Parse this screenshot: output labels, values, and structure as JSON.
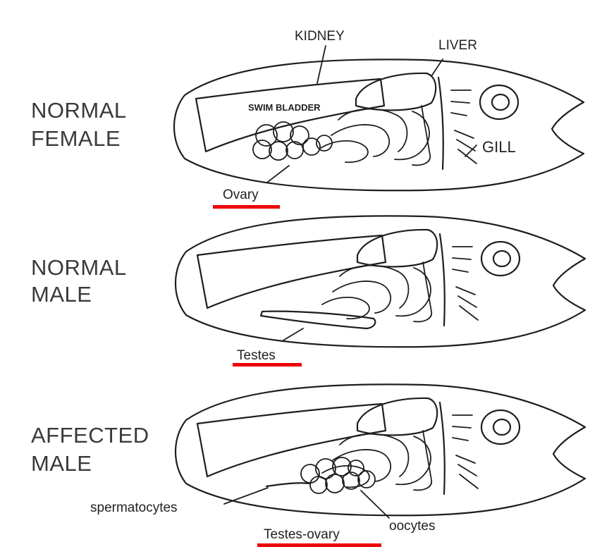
{
  "figure": {
    "female": {
      "title_line1": "NORMAL",
      "title_line2": "FEMALE",
      "kidney": "KIDNEY",
      "liver": "LIVER",
      "swim_bladder": "SWIM BLADDER",
      "gill": "GILL",
      "organ": "Ovary"
    },
    "male": {
      "title_line1": "NORMAL",
      "title_line2": "MALE",
      "organ": "Testes"
    },
    "affected": {
      "title_line1": "AFFECTED",
      "title_line2": "MALE",
      "spermatocytes": "spermatocytes",
      "oocytes": "oocytes",
      "organ": "Testes-ovary"
    }
  },
  "colors": {
    "underline": "#ee0000",
    "ink": "#1e1e1e"
  }
}
